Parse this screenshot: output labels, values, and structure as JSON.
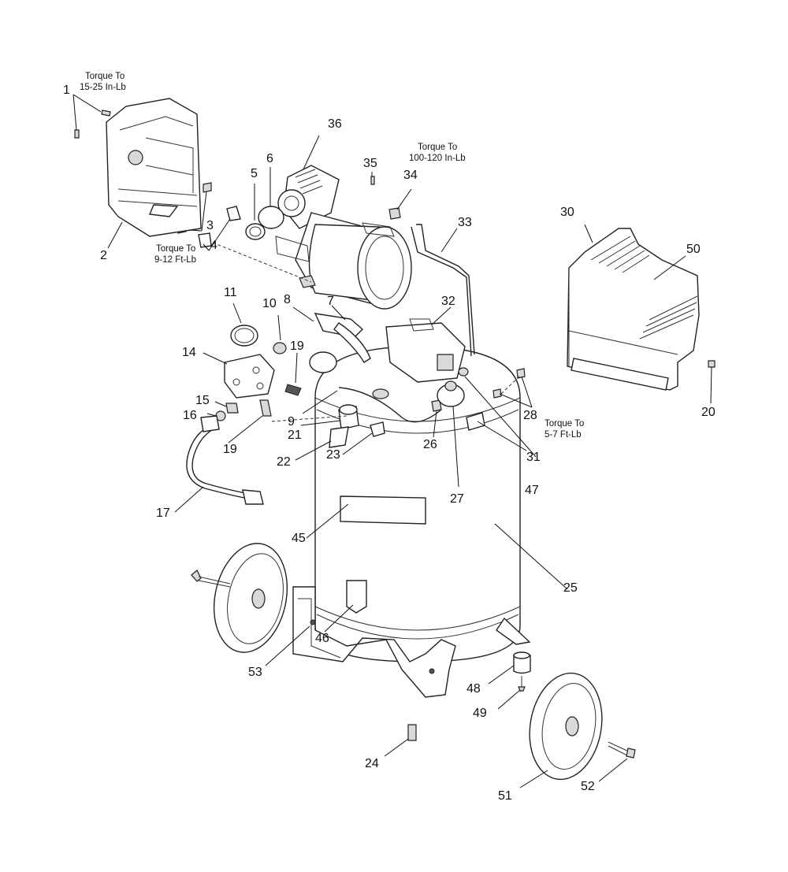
{
  "callouts": [
    {
      "id": "c1",
      "text": "1"
    },
    {
      "id": "c2",
      "text": "2"
    },
    {
      "id": "c3",
      "text": "3"
    },
    {
      "id": "c4",
      "text": "4"
    },
    {
      "id": "c5",
      "text": "5"
    },
    {
      "id": "c6",
      "text": "6"
    },
    {
      "id": "c7",
      "text": "7"
    },
    {
      "id": "c8",
      "text": "8"
    },
    {
      "id": "c9",
      "text": "9"
    },
    {
      "id": "c10",
      "text": "10"
    },
    {
      "id": "c11",
      "text": "11"
    },
    {
      "id": "c14",
      "text": "14"
    },
    {
      "id": "c15",
      "text": "15"
    },
    {
      "id": "c16",
      "text": "16"
    },
    {
      "id": "c17",
      "text": "17"
    },
    {
      "id": "c19a",
      "text": "19"
    },
    {
      "id": "c19b",
      "text": "19"
    },
    {
      "id": "c20",
      "text": "20"
    },
    {
      "id": "c21",
      "text": "21"
    },
    {
      "id": "c22",
      "text": "22"
    },
    {
      "id": "c23",
      "text": "23"
    },
    {
      "id": "c24",
      "text": "24"
    },
    {
      "id": "c25",
      "text": "25"
    },
    {
      "id": "c26",
      "text": "26"
    },
    {
      "id": "c27",
      "text": "27"
    },
    {
      "id": "c28",
      "text": "28"
    },
    {
      "id": "c30",
      "text": "30"
    },
    {
      "id": "c31",
      "text": "31"
    },
    {
      "id": "c32",
      "text": "32"
    },
    {
      "id": "c33",
      "text": "33"
    },
    {
      "id": "c34",
      "text": "34"
    },
    {
      "id": "c35",
      "text": "35"
    },
    {
      "id": "c36",
      "text": "36"
    },
    {
      "id": "c45",
      "text": "45"
    },
    {
      "id": "c46",
      "text": "46"
    },
    {
      "id": "c47",
      "text": "47"
    },
    {
      "id": "c48",
      "text": "48"
    },
    {
      "id": "c49",
      "text": "49"
    },
    {
      "id": "c50",
      "text": "50"
    },
    {
      "id": "c51",
      "text": "51"
    },
    {
      "id": "c52",
      "text": "52"
    },
    {
      "id": "c53",
      "text": "53"
    }
  ],
  "torque_notes": {
    "shroud_screw": {
      "line1": "Torque To",
      "line2": "15-25 In-Lb"
    },
    "pump_bolt": {
      "line1": "Torque To",
      "line2": "100-120 In-Lb"
    },
    "shroud_nut": {
      "line1": "Torque To",
      "line2": "9-12 Ft-Lb"
    },
    "tank_screw": {
      "line1": "Torque To",
      "line2": "5-7 Ft-Lb"
    }
  }
}
